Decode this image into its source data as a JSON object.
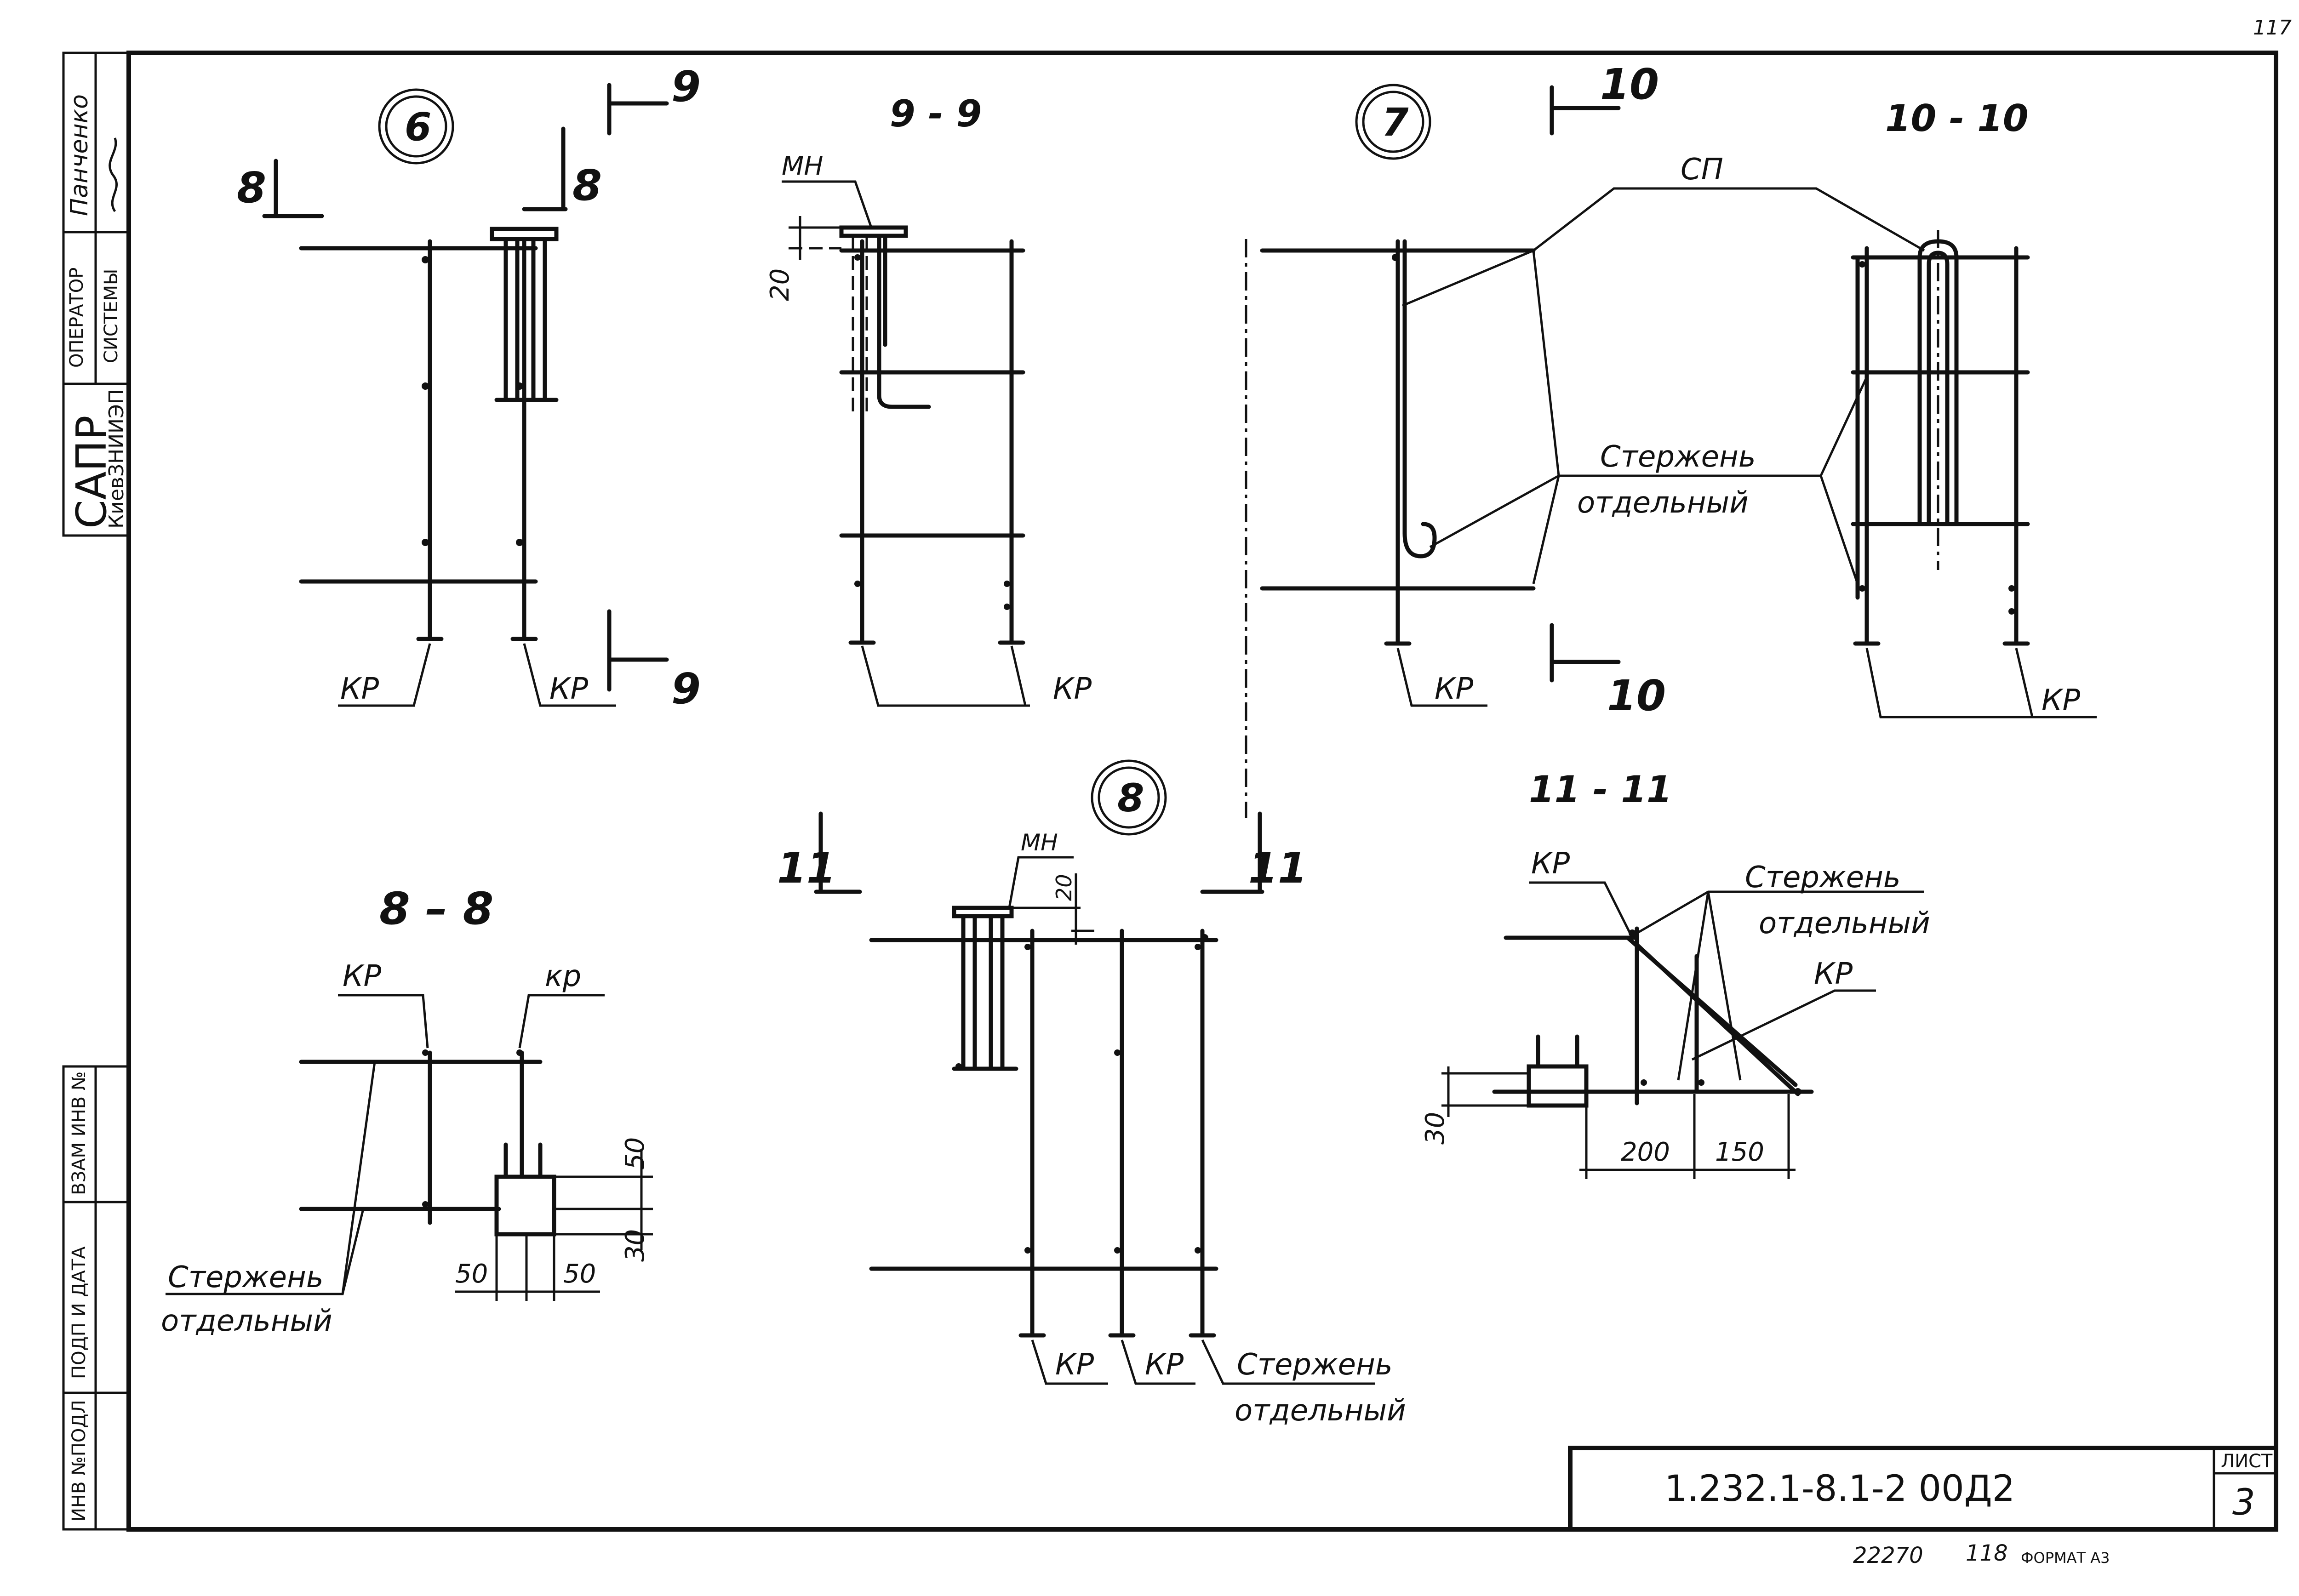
{
  "corner_number": "117",
  "side_stamp": {
    "signer": "Панченко",
    "operator_line1": "ОПЕРАТОР",
    "operator_line2": "СИСТЕМЫ",
    "system": "САПР",
    "org": "КиевЗНИИЭП",
    "fields": [
      "ИНВ №ПОДЛ",
      "ПОДП И ДАТА",
      "ВЗАМ ИНВ №"
    ]
  },
  "title_block": {
    "code": "1.232.1-8.1-2  00Д2",
    "sheet_label": "ЛИСТ",
    "sheet_no": "3"
  },
  "footer": {
    "order_no": "22270",
    "page": "118",
    "format": "ФОРМАТ А3"
  },
  "nodes": {
    "n6": "6",
    "n7": "7",
    "n8": "8"
  },
  "sections": {
    "s9": "9 - 9",
    "s10": "10 - 10",
    "s11": "11 - 11",
    "s8": "8 – 8",
    "cut8": "8",
    "cut9": "9",
    "cut10": "10",
    "cut11": "11"
  },
  "labels": {
    "kr": "КР",
    "kr_small": "кр",
    "mn": "МН",
    "sp": "СП",
    "rod_line1": "Стержень",
    "rod_line2": "отдельный"
  },
  "dims": {
    "d20": "20",
    "d50": "50",
    "d30": "30",
    "d200": "200",
    "d150": "150"
  }
}
